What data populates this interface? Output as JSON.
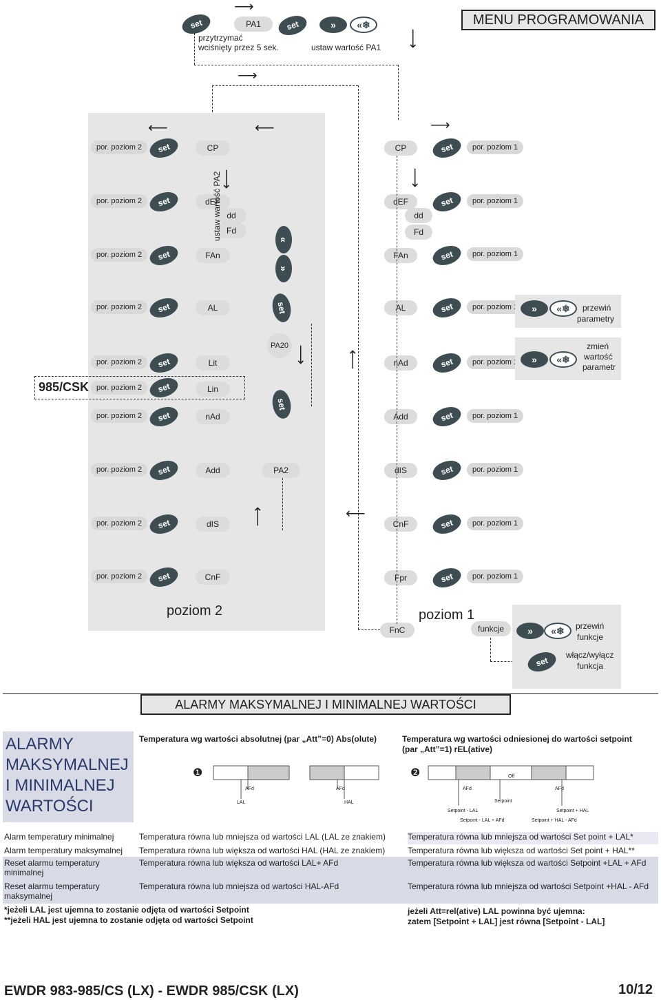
{
  "top": {
    "menu_title": "MENU PROGRAMOWANIA",
    "pa1": "PA1",
    "hold_note_1": "przytrzymać",
    "hold_note_2": "wciśnięty przez 5 sek.",
    "set_pa1": "ustaw wartość PA1",
    "set_label": "set"
  },
  "level2": {
    "label": "poziom 2",
    "por": "por. poziom 2",
    "items": [
      "CP",
      "dEF",
      "FAn",
      "AL",
      "Lit",
      "Lin",
      "nAd",
      "Add",
      "dIS",
      "CnF"
    ],
    "sub_dd": "dd",
    "sub_fd": "Fd",
    "model_tag": "985/CSK"
  },
  "middle": {
    "set_pa2": "ustaw wartość PA2",
    "pa20": "PA20",
    "pa2": "PA2"
  },
  "level1": {
    "label": "poziom 1",
    "por": "por. poziom 1",
    "items": [
      "CP",
      "dEF",
      "FAn",
      "AL",
      "nAd",
      "Add",
      "dIS",
      "CnF",
      "Fpr",
      "FnC"
    ],
    "sub_dd": "dd",
    "sub_fd": "Fd",
    "funkcje": "funkcje",
    "scroll_params_1": "przewiń",
    "scroll_params_2": "parametry",
    "change_1": "zmień",
    "change_2": "wartość",
    "change_3": "parametr",
    "scroll_func_1": "przewiń",
    "scroll_func_2": "funkcje",
    "toggle_1": "włącz/wyłącz",
    "toggle_2": "funkcja"
  },
  "alarms": {
    "section_title": "ALARMY MAKSYMALNEJ I MINIMALNEJ WARTOŚCI",
    "side_title": [
      "ALARMY",
      "MAKSYMALNEJ",
      "I MINIMALNEJ",
      "WARTOŚCI"
    ],
    "abs_header": "Temperatura wg wartości absolutnej (par „Att”=0) Abs(olute)",
    "rel_header_1": "Temperatura wg wartości odniesionej do wartości setpoint",
    "rel_header_2": "(par „Att”=1) rEL(ative)",
    "diagram": {
      "n1": "❶",
      "n2": "❷",
      "afd": "AFd",
      "lal": "LAL",
      "hal": "HAL",
      "off": "Off",
      "setpoint": "Setpoint",
      "sp_lal": "Setpoint - LAL",
      "sp_hal": "Setpoint + HAL",
      "sp_lal_afd": "Setpoint - LAL + AFd",
      "sp_hal_afd": "Setpoint + HAL - AFd"
    },
    "rows": [
      {
        "name": "Alarm temperatury minimalnej",
        "abs": "Temperatura równa lub mniejsza od wartości LAL (LAL ze znakiem)",
        "rel": "Temperatura równa lub mniejsza od wartości Set point + LAL*"
      },
      {
        "name": "Alarm temperatury maksymalnej",
        "abs": "Temperatura równa lub większa od wartości HAL (HAL ze znakiem)",
        "rel": "Temperatura równa lub większa od wartości Set point + HAL**"
      },
      {
        "name": "Reset alarmu temperatury minimalnej",
        "abs": "Temperatura równa lub większa od wartości LAL+ AFd",
        "rel": "Temperatura równa lub większa od wartości Setpoint +LAL + AFd"
      },
      {
        "name": "Reset alarmu temperatury maksymalnej",
        "abs": "Temperatura równa lub mniejsza od wartości HAL-AFd",
        "rel": "Temperatura równa lub mniejsza od wartości Setpoint +HAL - AFd"
      }
    ],
    "note1": "*jeżeli LAL jest ujemna to zostanie odjęta od wartości Setpoint",
    "note2": "**jeżeli HAL jest ujemna to zostanie odjęta od wartości Setpoint",
    "note3": "jeżeli Att=rel(ative) LAL powinna być ujemna:",
    "note4": "zatem [Setpoint + LAL] jest równa [Setpoint - LAL]"
  },
  "footer": {
    "model": "EWDR 983-985/CS (LX) - EWDR 985/CSK (LX)",
    "page": "10/12"
  }
}
